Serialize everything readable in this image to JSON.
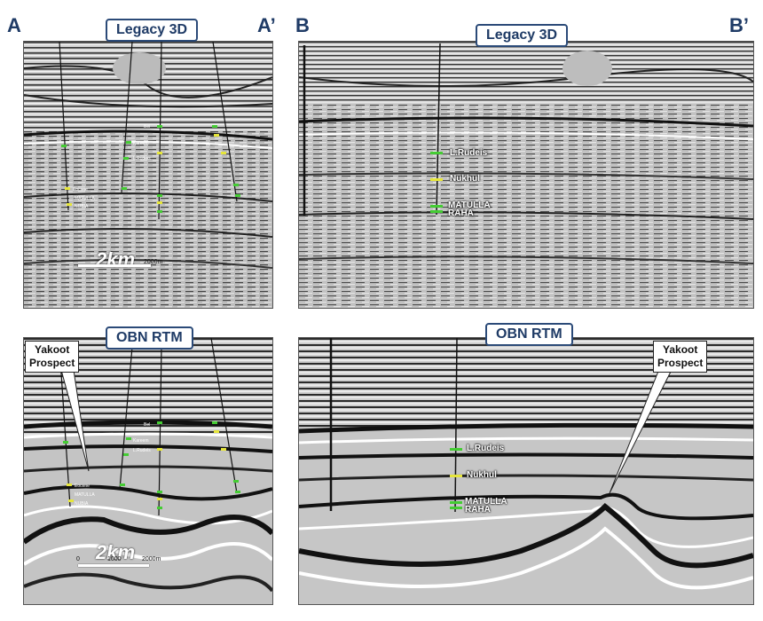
{
  "labels": {
    "a": "A",
    "a_prime": "A’",
    "b": "B",
    "b_prime": "B’"
  },
  "tags": {
    "legacy": "Legacy 3D",
    "obn": "OBN RTM"
  },
  "callout": {
    "line1": "Yakoot",
    "line2": "Prospect"
  },
  "scale": {
    "text": "2km",
    "top_end": "2000m",
    "bottom_start": "0",
    "bottom_mid": "1000",
    "bottom_end": "2000m"
  },
  "horizons": {
    "rudeis": "L.Rudeis",
    "nukhul": "Nukhul",
    "matulla": "MATULLA",
    "raha": "RAHA"
  },
  "small_picks": {
    "kareem": "Kareem",
    "belayim": "Bel",
    "rudeis": "L.Rudeis",
    "eocene": "Eocene",
    "matulla": "MATULLA",
    "nubia": "NUBIA"
  },
  "colors": {
    "accent": "#1f3b66",
    "pick_green": "#44cc33",
    "pick_yellow": "#e6e63a"
  }
}
